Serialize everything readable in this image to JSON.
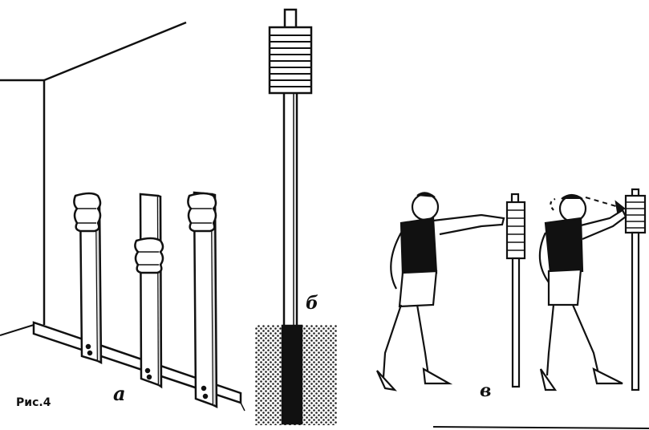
{
  "caption": "Рис.4",
  "labels": {
    "a": "а",
    "b": "б",
    "v": "в"
  }
}
